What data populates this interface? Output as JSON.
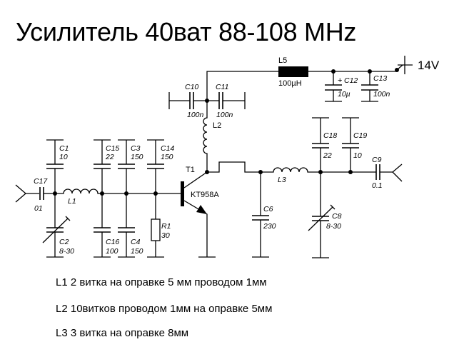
{
  "title": "Усилитель 40ват 88-108 MHz",
  "supply_label": "14V",
  "components": {
    "C1": {
      "name": "C1",
      "value": "10"
    },
    "C2": {
      "name": "C2",
      "value": "8-30"
    },
    "C3": {
      "name": "C3",
      "value": "150"
    },
    "C4": {
      "name": "C4",
      "value": "150"
    },
    "C6": {
      "name": "C6",
      "value": "230"
    },
    "C8": {
      "name": "C8",
      "value": "8-30"
    },
    "C9": {
      "name": "C9",
      "value": "0.1"
    },
    "C10": {
      "name": "C10",
      "value": "100n"
    },
    "C11": {
      "name": "C11",
      "value": "100n"
    },
    "C12": {
      "name": "C12",
      "value": "10µ",
      "polarity": "+"
    },
    "C13": {
      "name": "C13",
      "value": "100n"
    },
    "C14": {
      "name": "C14",
      "value": "150"
    },
    "C15": {
      "name": "C15",
      "value": "22"
    },
    "C16": {
      "name": "C16",
      "value": "100"
    },
    "C17": {
      "name": "C17",
      "value": "01"
    },
    "C18": {
      "name": "C18",
      "value": "22"
    },
    "C19": {
      "name": "C19",
      "value": "10"
    },
    "R1": {
      "name": "R1",
      "value": "30"
    },
    "L1": {
      "name": "L1"
    },
    "L2": {
      "name": "L2"
    },
    "L3": {
      "name": "L3"
    },
    "L5": {
      "name": "L5",
      "value": "100µH"
    },
    "T1": {
      "name": "T1",
      "value": "KT958A"
    }
  },
  "notes": [
    "L1 2 витка на оправке 5 мм проводом 1мм",
    "L2 10витков проводом 1мм на оправке 5мм",
    "L3  3 витка на оправке 8мм"
  ]
}
